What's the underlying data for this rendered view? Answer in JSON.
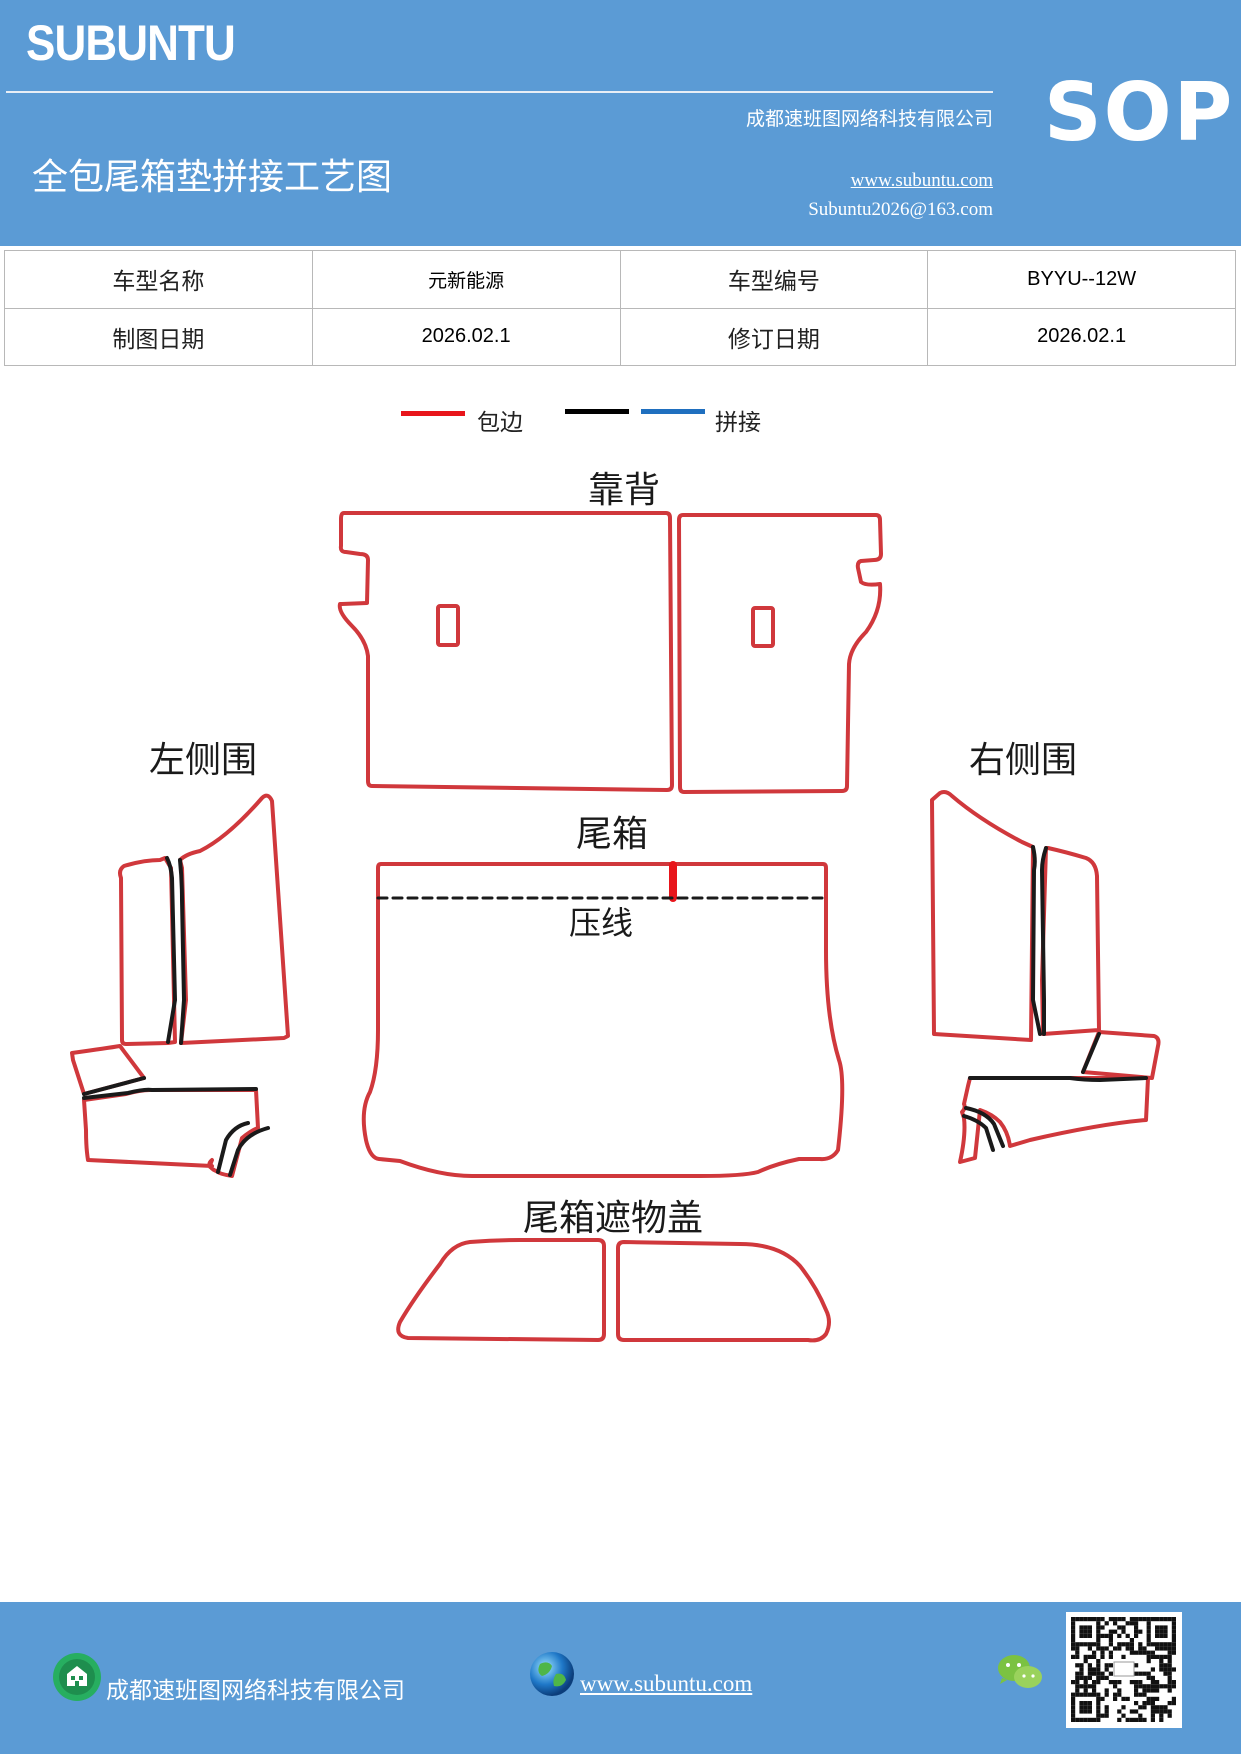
{
  "header": {
    "brand": "SUBUNTU",
    "company": "成都速班图网络科技有限公司",
    "title": "全包尾箱垫拼接工艺图",
    "website": "www.subuntu.com",
    "email": "Subuntu2026@163.com",
    "badge": "SOP"
  },
  "info_table": {
    "rows": [
      [
        {
          "label": "车型名称"
        },
        {
          "value": "元新能源"
        },
        {
          "label": "车型编号"
        },
        {
          "value": "BYYU--12W"
        }
      ],
      [
        {
          "label": "制图日期"
        },
        {
          "value": "2026.02.1"
        },
        {
          "label": "修订日期"
        },
        {
          "value": "2026.02.1"
        }
      ]
    ]
  },
  "legend": {
    "items": [
      {
        "label": "包边",
        "color": "#e8151b"
      },
      {
        "label": "",
        "color": "#000000"
      },
      {
        "label": "拼接",
        "color": "#1f6fbf"
      }
    ]
  },
  "diagram": {
    "labels": {
      "backrest": "靠背",
      "left_side": "左侧围",
      "right_side": "右侧围",
      "trunk": "尾箱",
      "press_line": "压线",
      "cover": "尾箱遮物盖"
    },
    "edge_color": "#d0383c",
    "seam_color": "#1a1a1a",
    "highlight_color": "#e8151b"
  },
  "footer": {
    "company": "成都速班图网络科技有限公司",
    "website": "www.subuntu.com",
    "company_icon": "building-icon",
    "web_icon": "globe-icon",
    "wechat_icon": "wechat-icon"
  }
}
